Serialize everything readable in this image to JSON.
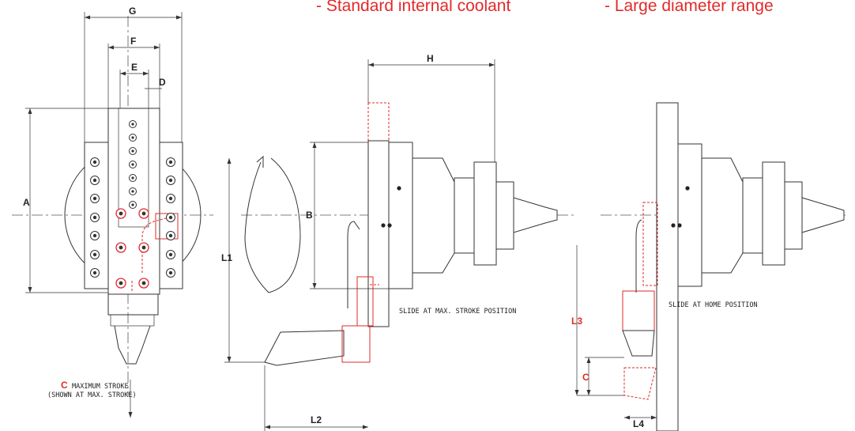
{
  "features": [
    {
      "text": "- Standard internal coolant",
      "color": "#e22a2a"
    },
    {
      "text": "- Large diameter range",
      "color": "#e22a2a"
    }
  ],
  "dimensions": {
    "G": "G",
    "F": "F",
    "E": "E",
    "D": "D",
    "A": "A",
    "H": "H",
    "B": "B",
    "L1": "L1",
    "L2": "L2",
    "L3": "L3",
    "C": "C",
    "L4": "L4"
  },
  "notes": {
    "max_stroke_letter": "C",
    "max_stroke_line1": "MAXIMUM STROKE",
    "max_stroke_line2": "(SHOWN AT MAX. STROKE)",
    "slide_max": "SLIDE AT MAX. STROKE POSITION",
    "slide_home": "SLIDE AT HOME POSITION"
  },
  "colors": {
    "accent": "#e22a2a",
    "line": "#333333"
  }
}
